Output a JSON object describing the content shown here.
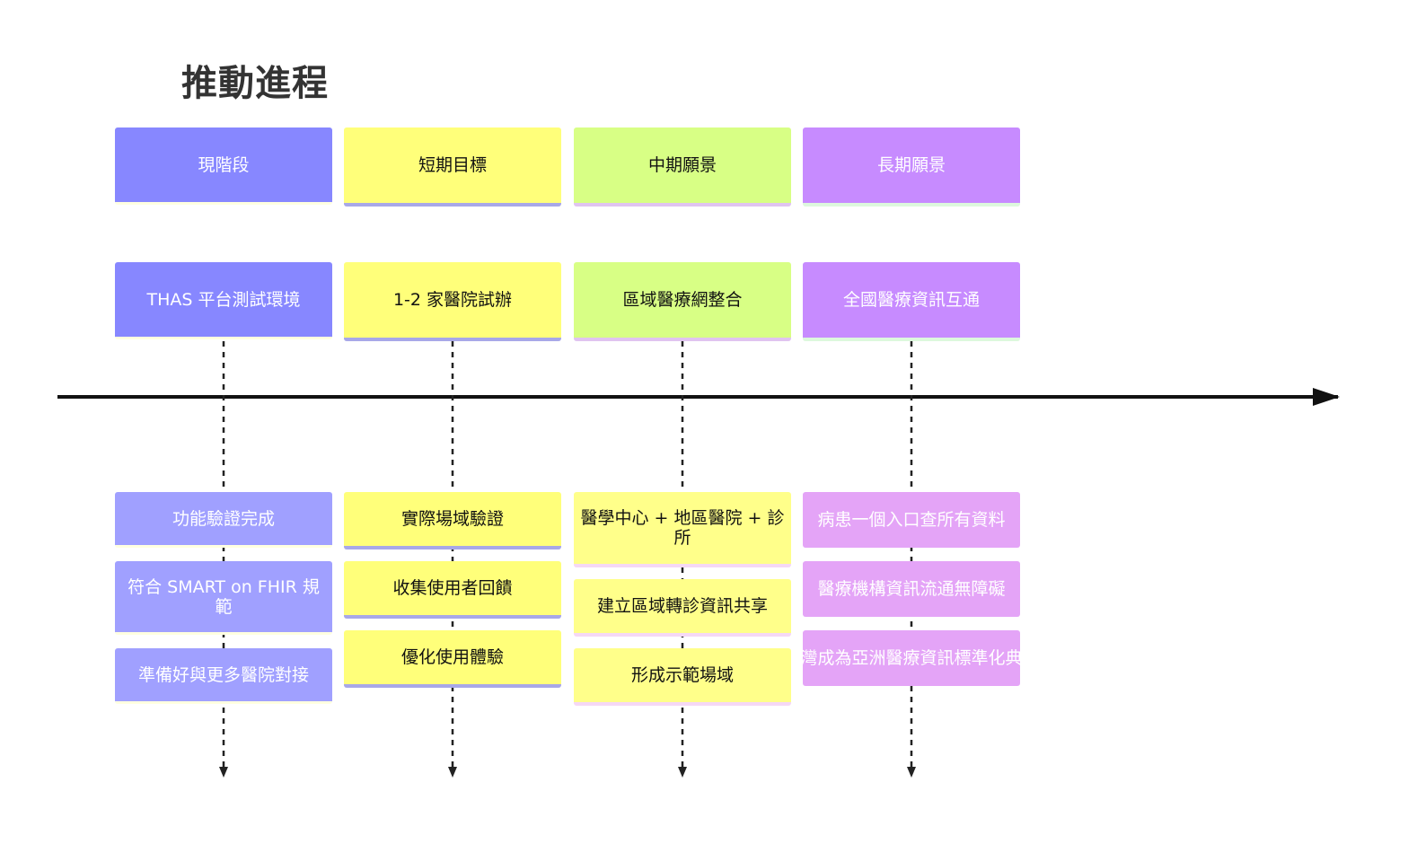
{
  "title": "推動進程",
  "colors": {
    "col1_header": "#8787FF",
    "col1_item": "#A0A0FF",
    "col2": "#FFFF7A",
    "col3": "#D8FF85",
    "col4_header": "#C78BFF",
    "col4_item": "#E4A4F7",
    "axis": "#111111",
    "connector": "#222222"
  },
  "columns": [
    {
      "phase": "現階段",
      "milestone": "THAS 平台測試環境",
      "items": [
        "功能驗證完成",
        "符合 SMART on FHIR 規範",
        "準備好與更多醫院對接"
      ]
    },
    {
      "phase": "短期目標",
      "milestone": "1-2 家醫院試辦",
      "items": [
        "實際場域驗證",
        "收集使用者回饋",
        "優化使用體驗"
      ]
    },
    {
      "phase": "中期願景",
      "milestone": "區域醫療網整合",
      "items": [
        "醫學中心 + 地區醫院 + 診所",
        "建立區域轉診資訊共享",
        "形成示範場域"
      ]
    },
    {
      "phase": "長期願景",
      "milestone": "全國醫療資訊互通",
      "items": [
        "病患一個入口查所有資料",
        "醫療機構資訊流通無障礙",
        "台灣成為亞洲醫療資訊標準化典範"
      ]
    }
  ]
}
